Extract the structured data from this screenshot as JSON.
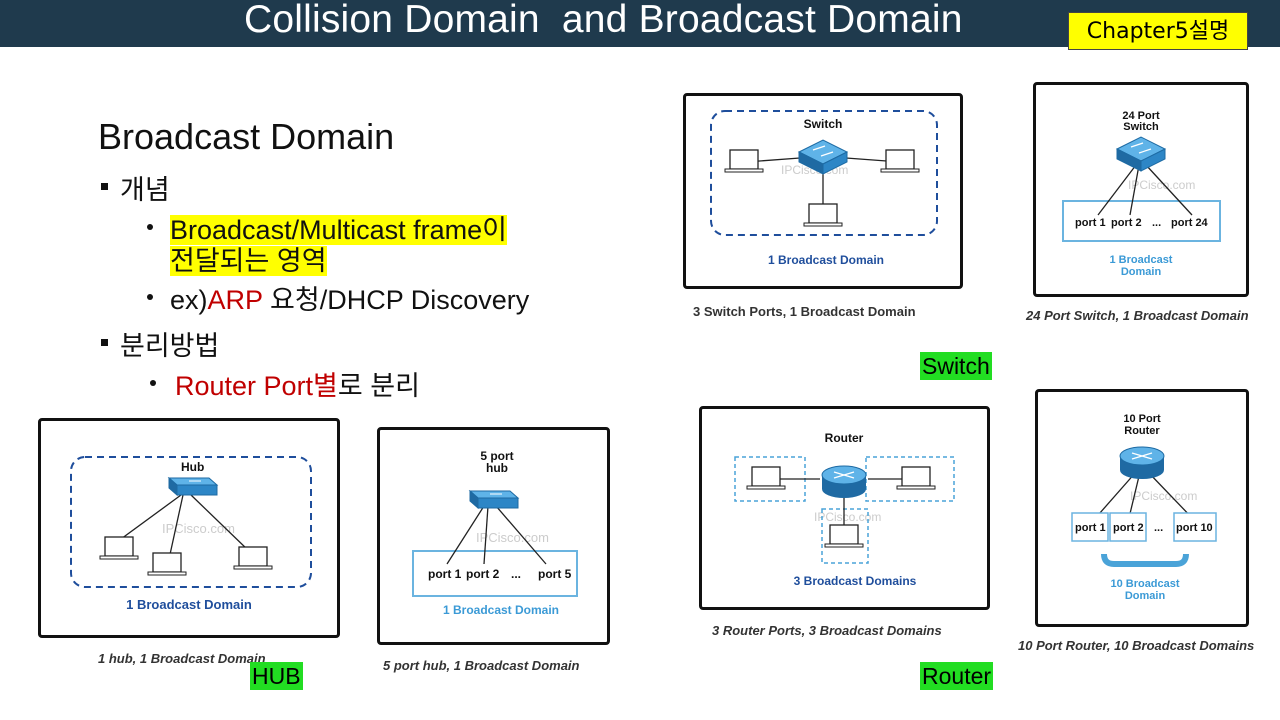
{
  "title": "Collision Domain  and Broadcast Domain",
  "chapter_badge": "Chapter5설명",
  "heading": "Broadcast Domain",
  "bullets": {
    "concept": "개념",
    "concept_line1": "Broadcast/Multicast  frame이",
    "concept_line2": "전달되는 영역",
    "example_prefix": "ex)",
    "example_red": "ARP",
    "example_rest": " 요청/DHCP Discovery",
    "separation": "분리방법",
    "router_red": "Router Port별",
    "router_rest": "로 분리"
  },
  "panels": {
    "hub": {
      "device": "Hub",
      "domain": "1 Broadcast  Domain",
      "caption": "1 hub, 1 Broadcast Domain",
      "watermark": "IPCisco.com"
    },
    "hub5": {
      "device_l1": "5 port",
      "device_l2": "hub",
      "port1": "port 1",
      "port2": "port 2",
      "ellipsis": "...",
      "port5": "port 5",
      "domain": "1 Broadcast Domain",
      "caption": "5 port hub, 1 Broadcast Domain",
      "watermark": "IPCisco.com"
    },
    "switch": {
      "device": "Switch",
      "domain": "1 Broadcast Domain",
      "caption": "3 Switch Ports, 1 Broadcast Domain",
      "watermark": "IPCisco.com"
    },
    "switch24": {
      "device_l1": "24 Port",
      "device_l2": "Switch",
      "port1": "port 1",
      "port2": "port 2",
      "ellipsis": "...",
      "port24": "port 24",
      "domain_l1": "1 Broadcast",
      "domain_l2": "Domain",
      "caption": "24 Port Switch, 1 Broadcast Domain",
      "watermark": "IPCisco.com"
    },
    "router": {
      "device": "Router",
      "domain": "3 Broadcast Domains",
      "caption": "3 Router Ports, 3 Broadcast Domains",
      "watermark": "IPCisco.com"
    },
    "router10": {
      "device_l1": "10 Port",
      "device_l2": "Router",
      "port1": "port 1",
      "port2": "port 2",
      "ellipsis": "...",
      "port10": "port 10",
      "domain_l1": "10 Broadcast",
      "domain_l2": "Domain",
      "caption": "10 Port Router, 10 Broadcast Domains",
      "watermark": "IPCisco.com"
    }
  },
  "labels": {
    "hub": "HUB",
    "switch": "Switch",
    "router": "Router"
  },
  "colors": {
    "title_bar": "#1f3a4d",
    "badge": "#ffff00",
    "highlight": "#ffff00",
    "red_text": "#c00000",
    "label_green": "#22dd22",
    "domain_blue": "#1f4e9c",
    "port_blue": "#4aa3d8",
    "device_blue": "#2d86c6"
  }
}
